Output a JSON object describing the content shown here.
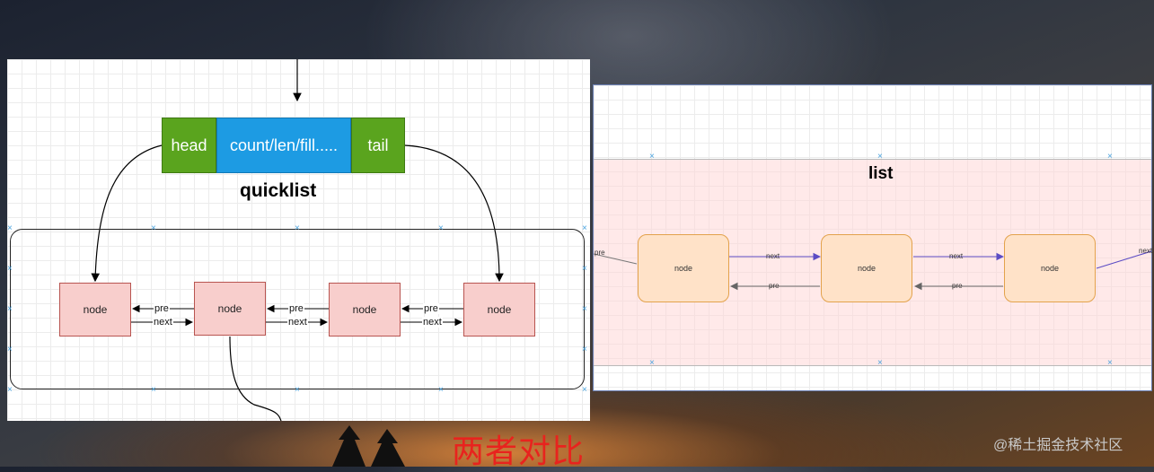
{
  "quicklist_panel": {
    "header_cells": {
      "head": "head",
      "meta": "count/len/fill.....",
      "tail": "tail"
    },
    "title": "quicklist",
    "node_label": "node",
    "nodes": [
      "node",
      "node",
      "node",
      "node"
    ],
    "link_labels": {
      "pre": "pre",
      "next": "next"
    }
  },
  "list_panel": {
    "title": "list",
    "nodes": [
      "node",
      "node",
      "node"
    ],
    "link_labels": {
      "pre": "pre",
      "next": "next"
    },
    "edge_fragments": {
      "left": "pre",
      "right": "next"
    }
  },
  "caption": "两者对比",
  "watermark": "@稀土掘金技术社区",
  "colors": {
    "green": "#5aa41e",
    "blue": "#1d9be3",
    "quicklist_node_fill": "#f8cecc",
    "list_node_fill": "#ffe2c8",
    "next_arrow": "#5b4cc4",
    "caption_red": "#e8231e"
  }
}
